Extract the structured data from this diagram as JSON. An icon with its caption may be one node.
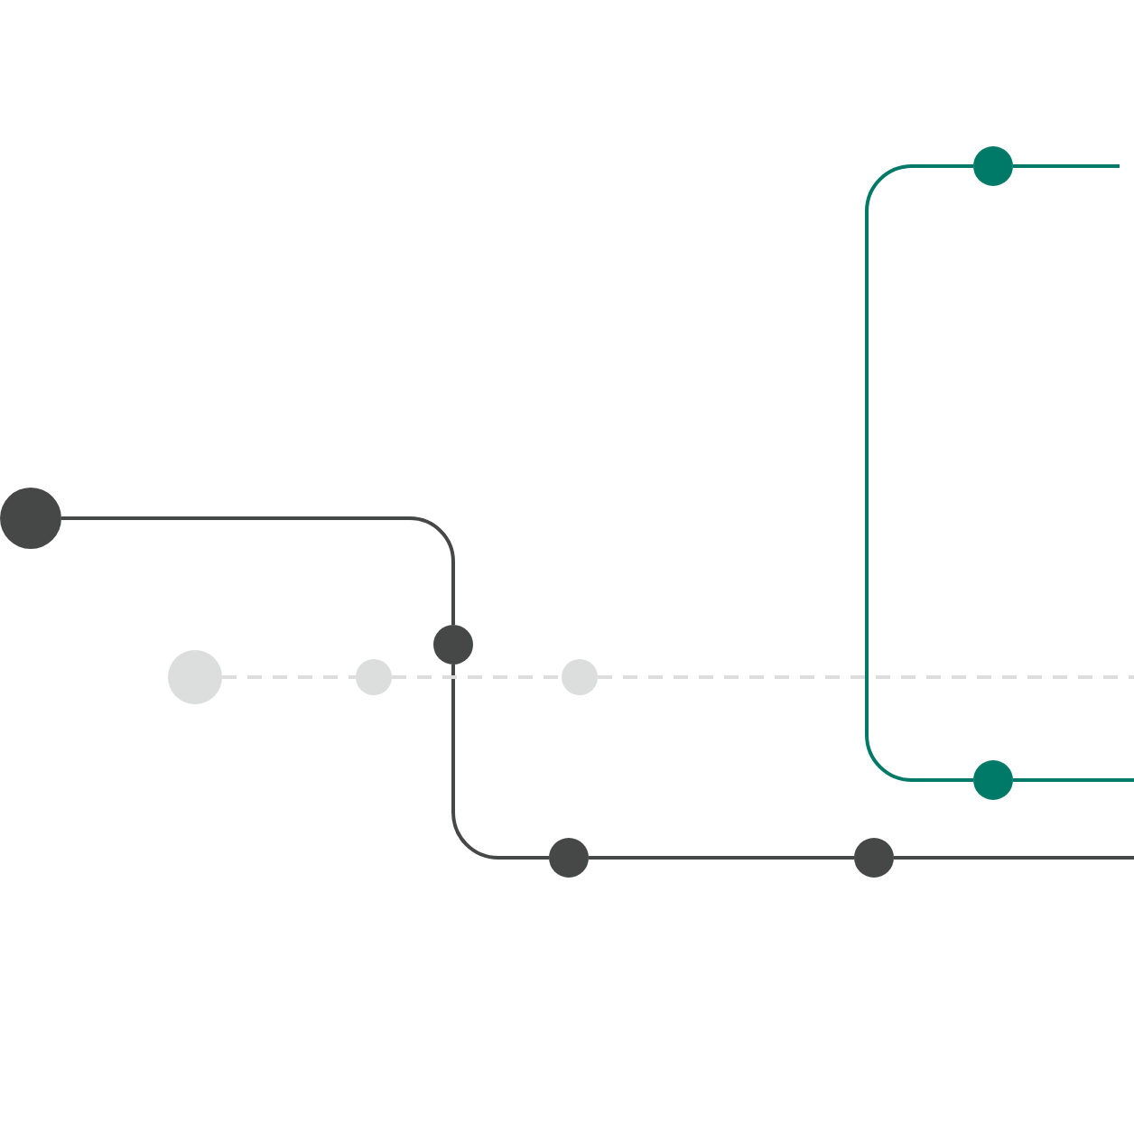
{
  "diagram": {
    "nodes": [
      {
        "text": [],
        "shape": "circle"
      },
      {
        "text": [],
        "shape": "circle"
      },
      {
        "text": [],
        "shape": "circle"
      },
      {
        "text": [],
        "shape": "circle"
      },
      {
        "text": [],
        "shape": "circle"
      },
      {
        "text": [],
        "shape": "circle"
      },
      {
        "text": [],
        "shape": "circle"
      },
      {
        "text": [],
        "shape": "circle"
      },
      {
        "text": [],
        "shape": "circle"
      }
    ],
    "edges": [
      {
        "from": 1,
        "to": 2,
        "arrow": "none"
      },
      {
        "from": 2,
        "to": 7,
        "arrow": "none"
      },
      {
        "from": 7,
        "to": 8,
        "arrow": "none"
      },
      {
        "from": 8,
        "to": null,
        "arrow": "none"
      },
      {
        "from": 3,
        "to": 4,
        "arrow": "none",
        "style": "dashed",
        "color": "#dddddd"
      },
      {
        "from": 4,
        "to": 5,
        "arrow": "none",
        "style": "dashed",
        "color": "#dddddd"
      },
      {
        "from": 5,
        "to": null,
        "arrow": "none",
        "style": "dashed",
        "color": "#dddddd"
      },
      {
        "from": 0,
        "to": null,
        "arrow": "none",
        "color": "#007a68"
      },
      {
        "from": 0,
        "to": 6,
        "arrow": "none",
        "color": "#007a68"
      },
      {
        "from": 6,
        "to": null,
        "arrow": "none",
        "color": "#007a68"
      }
    ]
  }
}
